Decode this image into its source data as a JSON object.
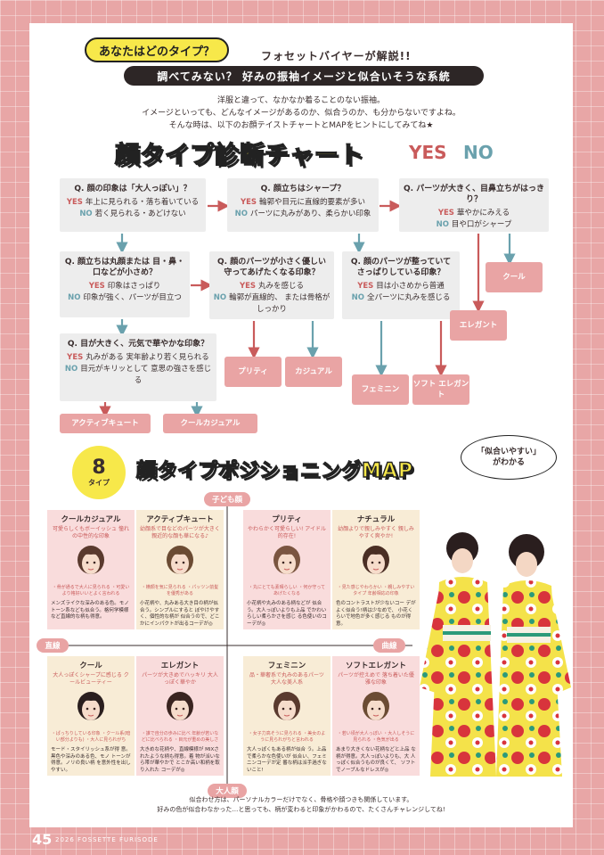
{
  "header": {
    "badge": "あなたはどのタイプ？",
    "explainer": "フォセットバイヤーが解説!!",
    "band": "調べてみない？ 好みの振袖イメージと似合いそうな系統",
    "intro": [
      "洋服と違って、なかなか着ることのない振袖。",
      "イメージといっても、どんなイメージがあるのか、似合うのか、も分からないですよね。",
      "そんな時は、以下のお顔テイストチャートとMAPをヒントにしてみてね★"
    ]
  },
  "chart": {
    "title": "顔タイプ診断チャート",
    "yes_label": "YES",
    "no_label": "NO",
    "questions": [
      {
        "title": "Q. 顔の印象は「大人っぽい」？",
        "yes_label": "YES",
        "yes": "年上に見られる・落ち着いている",
        "no_label": "NO",
        "no": "若く見られる・あどけない"
      },
      {
        "title": "Q. 顔立ちはシャープ？",
        "yes_label": "YES",
        "yes": "輪郭や目元に直線的要素が多い",
        "no_label": "NO",
        "no": "パーツに丸みがあり、柔らかい印象"
      },
      {
        "title": "Q. パーツが大きく、目鼻立ちがはっきり？",
        "yes_label": "YES",
        "yes": "華やかにみえる",
        "no_label": "NO",
        "no": "目や口がシャープ"
      },
      {
        "title": "Q. 顔立ちは丸顔または 目・鼻・口などが小さめ？",
        "yes_label": "YES",
        "yes": "印象はさっぱり",
        "no_label": "NO",
        "no": "印象が強く、パーツが目立つ"
      },
      {
        "title": "Q. 顔のパーツが小さく優しい 守ってあげたくなる印象？",
        "yes_label": "YES",
        "yes": "丸みを感じる",
        "no_label": "NO",
        "no": "輪郭が直線的、 または骨格がしっかり"
      },
      {
        "title": "Q. 顔のパーツが整っていて さっぱりしている印象？",
        "yes_label": "YES",
        "yes": "目は小さめから普通",
        "no_label": "NO",
        "no": "全パーツに丸みを感じる"
      },
      {
        "title": "Q. 目が大きく、元気で華やかな印象？",
        "yes_label": "YES",
        "yes": "丸みがある 実年齢より若く見られる",
        "no_label": "NO",
        "no": "目元がキリッとして 意思の強さを感じる"
      }
    ],
    "results": {
      "cool": "クール",
      "elegant": "エレガント",
      "pretty": "プリティ",
      "casual": "カジュアル",
      "feminine": "フェミニン",
      "soft_elegant": "ソフト エレガント",
      "active_cute": "アクティブキュート",
      "cool_casual": "クールカジュアル"
    }
  },
  "map": {
    "count": "8",
    "count_suffix": "タイプ",
    "title": "顔タイプポジショニングMAP",
    "bubble": [
      "「似合いやすい」",
      "がわかる"
    ],
    "axes": {
      "top": "子ども顔",
      "bottom": "大人顔",
      "left": "直線",
      "right": "曲線"
    },
    "cards": [
      {
        "name": "クールカジュアル",
        "sub": "可愛らしくもボーイッシュ 憧れの中性的な印象",
        "trait": "・骨が通るで大人に見られる ・可愛いより格好いいとよく言われる",
        "desc": "メンズライクな深みのある色。モノトーン系なども似合う。格何学模様など直線的な柄も得意。"
      },
      {
        "name": "アクティブキュート",
        "sub": "幼顔系で目などのパーツが大きく 親近的な顔も華になる♪",
        "trait": "・横顔を気に見られる ・パッツン前髪を優秀がある",
        "desc": "小花柄や、丸みある大き目の柄が似合う。シンプルにすると ぼやけやすく、個性的な柄が 似合うので、どこかにインパクトが出るコーデが◎"
      },
      {
        "name": "プリティ",
        "sub": "やわらかく可愛らしい! アイドル的存在!",
        "trait": "・丸にとても素晴らしい ・何か守ってあげたくなる",
        "desc": "小花柄や丸みのある柄などが 似合う。大人っぽいよりも上品 でかわいらしい柔らかさを感じ る色使いのコーデが◎"
      },
      {
        "name": "ナチュラル",
        "sub": "幼顔よりで親しみやすく 親しみやすく爽やか!",
        "trait": "・見た感じやわらかい ・親しみやすいタイプ 年齢相応の印象",
        "desc": "色のコントラストが少ないコー デがよく似合う!柄は少なめで、 小花くらいで地色が多く感じる ものが得意。"
      },
      {
        "name": "クール",
        "sub": "大人っぽくシャープに感じる クールビューティー",
        "trait": "・ぱっちりしている印象 ・クール系(暗い部分よりも) ・大人に見られがち",
        "desc": "モード・スタイリッシュ系が得 意。黒色や深みのある色、モノ トーンが得意。ノリの良い柄 を意外性を出しやすい。"
      },
      {
        "name": "エレガント",
        "sub": "パーツが大きめでハッキリ 大人っぽく華やか",
        "trait": "・誰で自分の歩みに比べ 年齢が若いなどに比べられる ・目元が重めの美しさ",
        "desc": "大きめな花柄や、直線模様が MIXされたような柄も得意。着 物が派いなら帯が華やかで とこか高い和柄を取り入れた コーデが◎"
      },
      {
        "name": "フェミニン",
        "sub": "品・華奢系で丸みのあるパーツ 大人な美人系",
        "trait": "・女子力高そうに見られる ・美女のように見られがちと言われる",
        "desc": "大人っぽくもある柄が似合 う。上品で柔らかな色使いが 似合い、フェミニンコーデが定 番な柄は派手過ぎないこと!"
      },
      {
        "name": "ソフトエレガント",
        "sub": "パーツが控えめで 落ち着いた優雅な印象",
        "trait": "・若い頃が大人っぽい ・大人しそうに見られる ・色気が出る",
        "desc": "あまり大きくない花柄などと上品 な柄が得意。大人っぽいよりも、大 人っぽく似合うものが良くて、 ソフトでノーブルなドレスが◎"
      }
    ]
  },
  "footer": {
    "note": [
      "似合わせ方は、パーソナルカラーだけでなく、骨格や顔つきも関係しています。",
      "好みの色が似合わなかった…と思っても、柄が変わると印象がかわるので、たくさんチャレンジしてね!"
    ],
    "page_number": "45",
    "page_info": "2026 FOSSETTE FURISODE"
  },
  "colors": {
    "background": "#e8a6a6",
    "yellow": "#f7e84a",
    "yes": "#c95b5b",
    "no": "#6aa1ad",
    "result": "#e9a4a4"
  },
  "icons": [
    "arrow-right-icon",
    "arrow-down-icon",
    "face-illustration-icon",
    "kimono-model-photo"
  ]
}
